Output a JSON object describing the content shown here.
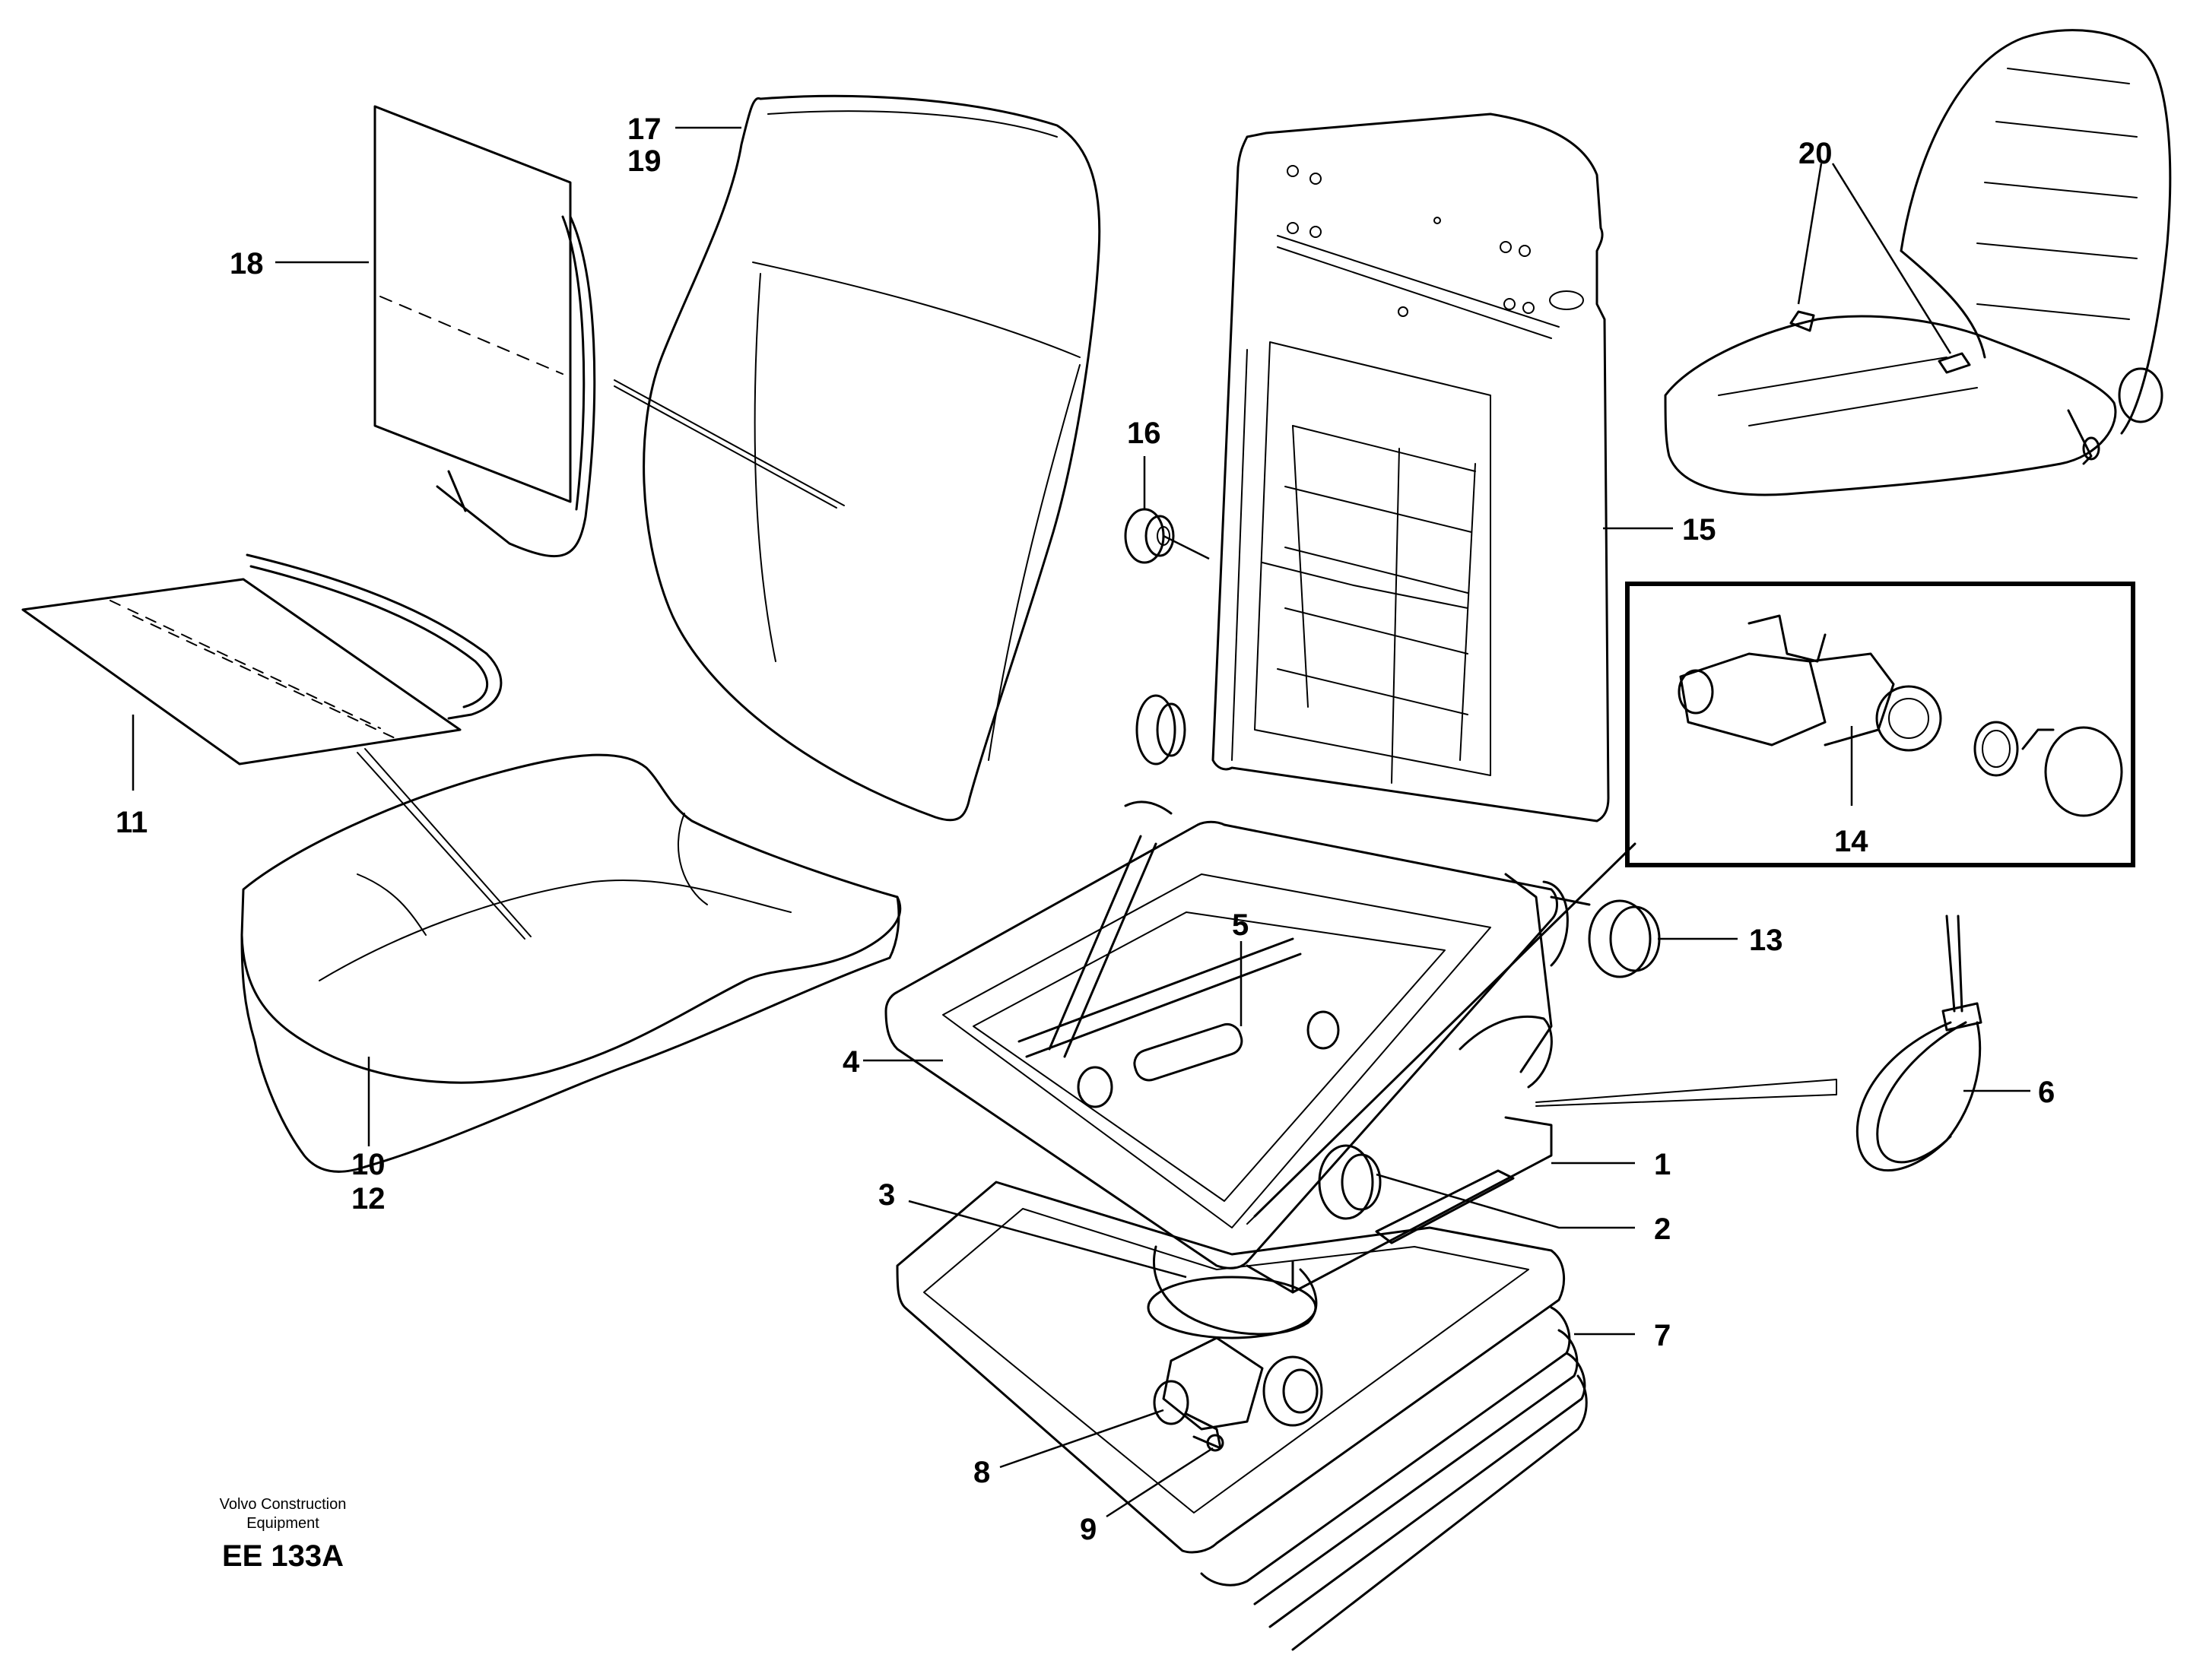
{
  "diagram": {
    "callouts": {
      "c1": "1",
      "c2": "2",
      "c3": "3",
      "c4": "4",
      "c5": "5",
      "c6": "6",
      "c7": "7",
      "c8": "8",
      "c9": "9",
      "c10": "10",
      "c11": "11",
      "c12": "12",
      "c13": "13",
      "c14": "14",
      "c15": "15",
      "c16": "16",
      "c17": "17",
      "c18": "18",
      "c19": "19",
      "c20": "20"
    }
  },
  "footer": {
    "company_line1": "Volvo Construction",
    "company_line2": "Equipment",
    "code": "EE 133A"
  }
}
